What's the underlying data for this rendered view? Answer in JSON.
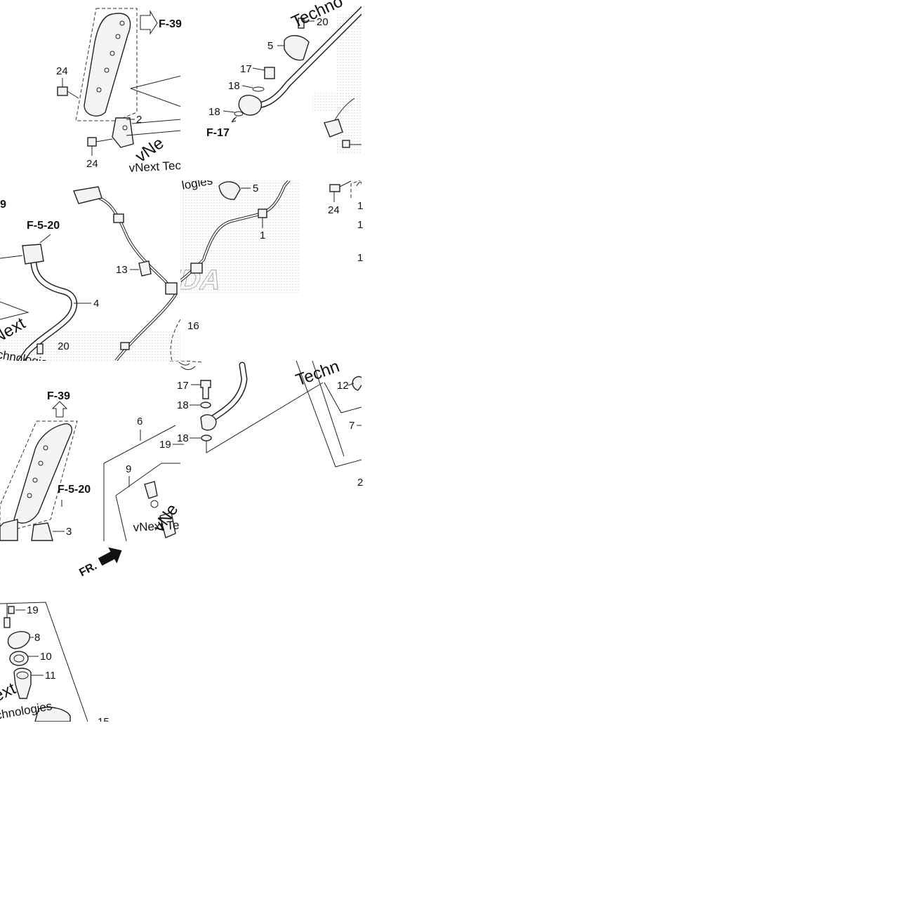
{
  "diagram": {
    "panels": [
      {
        "id": "top-left",
        "callouts": [
          "24",
          "2",
          "24"
        ],
        "refs": [
          "F-39"
        ],
        "watermarks": [
          "vNext Tec"
        ]
      },
      {
        "id": "top-middle",
        "callouts": [
          "20",
          "5",
          "17",
          "18",
          "18"
        ],
        "refs": [
          "F-17"
        ],
        "watermarks": [
          "Techno"
        ]
      },
      {
        "id": "middle-left",
        "callouts": [
          "4",
          "13",
          "16",
          "20"
        ],
        "refs": [
          "F-5-20",
          "9"
        ],
        "watermarks": [
          "Next",
          "chnologies"
        ]
      },
      {
        "id": "middle-center",
        "callouts": [
          "5",
          "1"
        ],
        "refs": [],
        "watermarks": [
          "logies"
        ]
      },
      {
        "id": "middle-right",
        "callouts": [
          "24",
          "1",
          "1",
          "1"
        ],
        "refs": [],
        "watermarks": []
      },
      {
        "id": "lower-left",
        "callouts": [
          "3",
          "6",
          "9"
        ],
        "refs": [
          "F-39",
          "F-5-20",
          "FR."
        ],
        "watermarks": [
          "vNext Te"
        ]
      },
      {
        "id": "lower-center",
        "callouts": [
          "17",
          "18",
          "19",
          "18"
        ],
        "refs": [],
        "watermarks": []
      },
      {
        "id": "lower-right",
        "callouts": [
          "12",
          "7",
          "2"
        ],
        "refs": [],
        "watermarks": [
          "Techn"
        ]
      },
      {
        "id": "bottom-left",
        "callouts": [
          "19",
          "8",
          "10",
          "11",
          "15"
        ],
        "refs": [],
        "watermarks": [
          "ext",
          "chnologies"
        ]
      }
    ]
  }
}
